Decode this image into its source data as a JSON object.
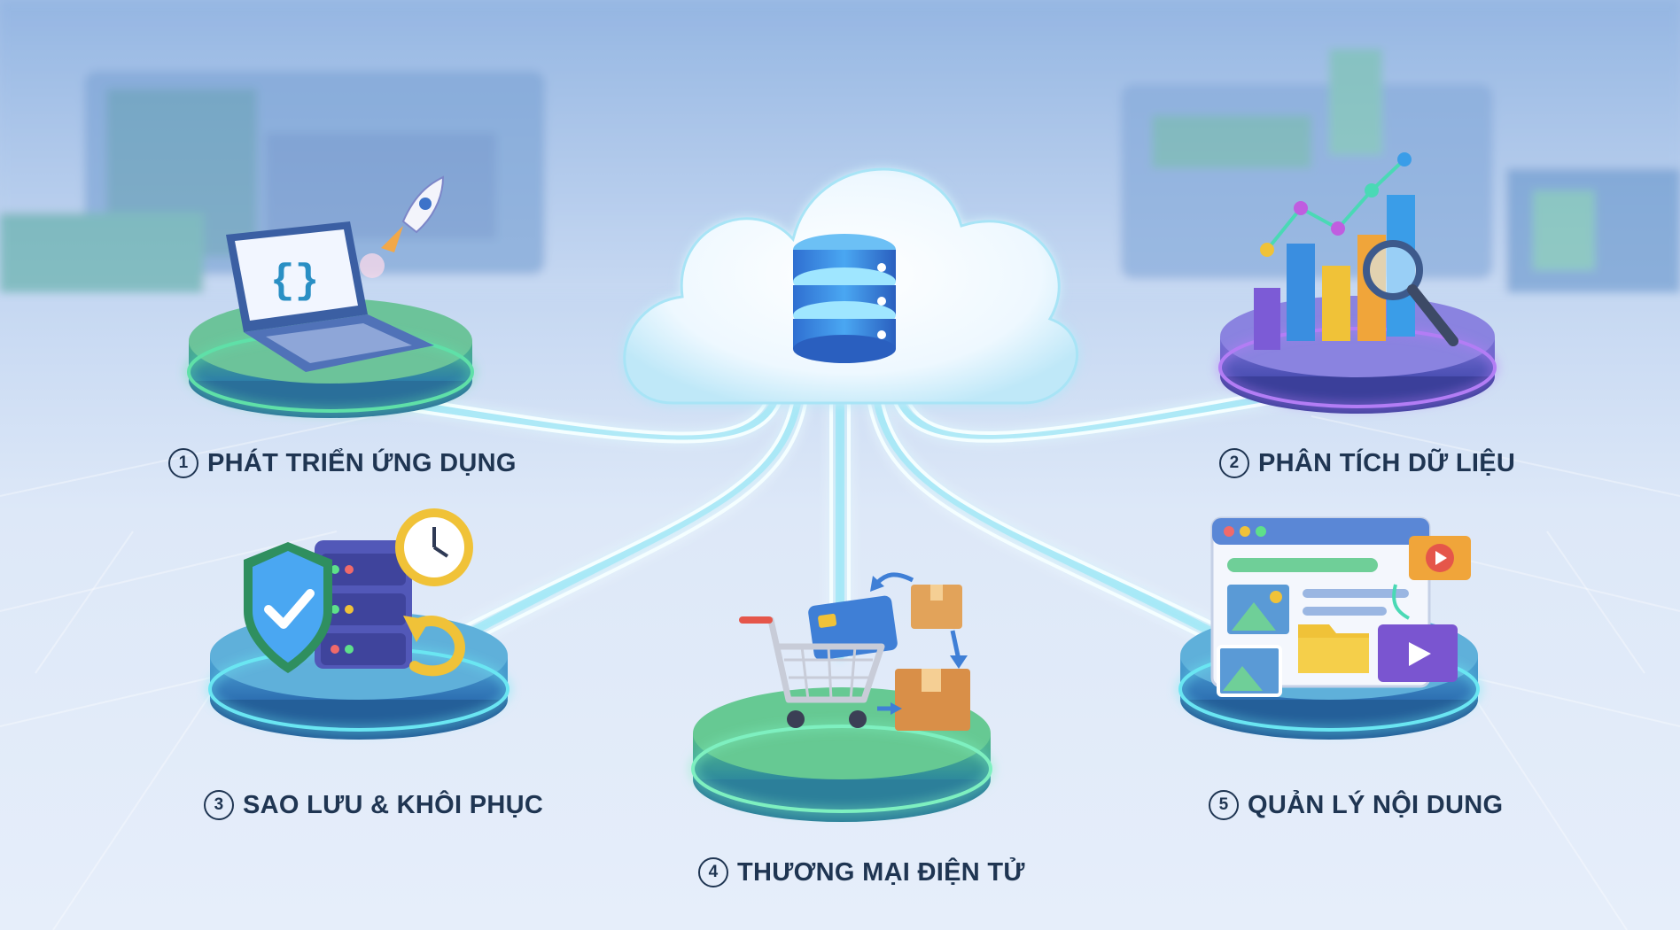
{
  "nodes": [
    {
      "id": 1,
      "number": "1",
      "label": "PHÁT TRIỂN ỨNG DỤNG",
      "icon": "laptop-rocket-icon",
      "ring_color": "#5ee0a8"
    },
    {
      "id": 2,
      "number": "2",
      "label": "PHÂN TÍCH DỮ LIỆU",
      "icon": "analytics-chart-icon",
      "ring_color": "#a97cf2"
    },
    {
      "id": 3,
      "number": "3",
      "label": "SAO LƯU & KHÔI PHỤC",
      "icon": "backup-restore-icon",
      "ring_color": "#6be6f2"
    },
    {
      "id": 4,
      "number": "4",
      "label": "THƯƠNG MẠI ĐIỆN TỬ",
      "icon": "shopping-cart-icon",
      "ring_color": "#7ef0c0"
    },
    {
      "id": 5,
      "number": "5",
      "label": "QUẢN LÝ NỘI DUNG",
      "icon": "content-management-icon",
      "ring_color": "#6be6f2"
    }
  ],
  "center": {
    "icon": "cloud-database-icon"
  },
  "colors": {
    "connector": "#e9fbff",
    "connector_glow": "#7fe6f5",
    "text": "#1f3552"
  }
}
